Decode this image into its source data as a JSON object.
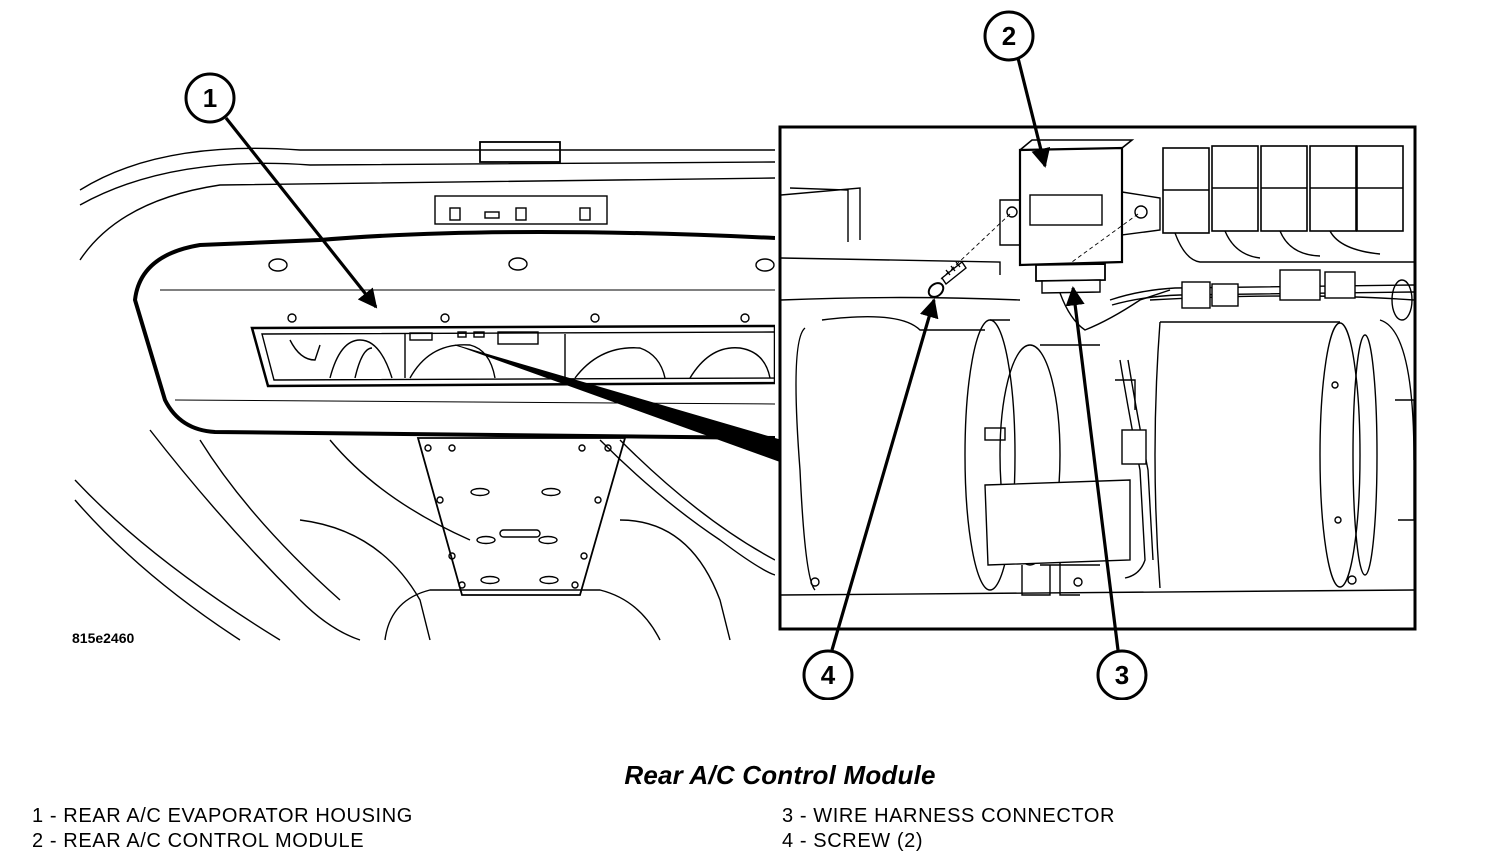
{
  "figure_code": "815e2460",
  "caption": {
    "title": "Rear A/C Control Module"
  },
  "callouts": [
    {
      "number": "1",
      "label": "1 - REAR A/C EVAPORATOR HOUSING"
    },
    {
      "number": "2",
      "label": "2 - REAR A/C CONTROL MODULE"
    },
    {
      "number": "3",
      "label": "3 - WIRE HARNESS CONNECTOR"
    },
    {
      "number": "4",
      "label": "4 - SCREW (2)"
    }
  ]
}
